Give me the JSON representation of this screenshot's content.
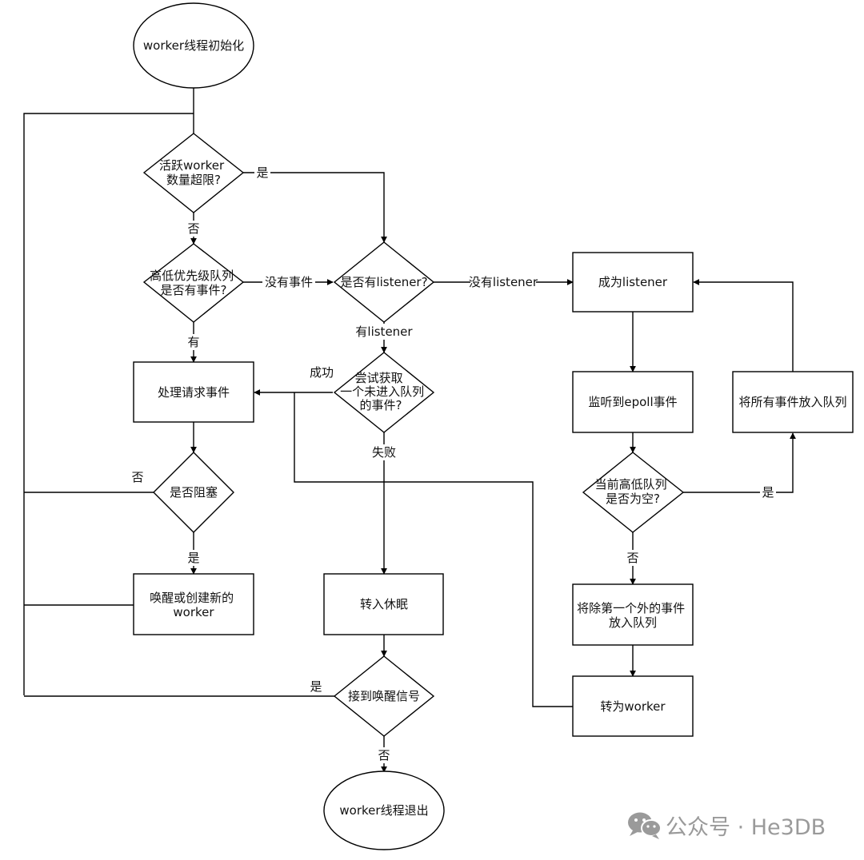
{
  "nodes": {
    "start": "worker线程初始化",
    "active_check": [
      "活跃worker",
      "数量超限?"
    ],
    "queue_check": [
      "高低优先级队列",
      "是否有事件?"
    ],
    "listener_check": "是否有listener?",
    "become_listener": "成为listener",
    "handle_request": "处理请求事件",
    "try_fetch": [
      "尝试获取",
      "一个未进入队列",
      "的事件?"
    ],
    "epoll_listen": "监听到epoll事件",
    "enqueue_all": "将所有事件放入队列",
    "blocked_check": "是否阻塞",
    "queue_empty_check": [
      "当前高低队列",
      "是否为空?"
    ],
    "wake_create": [
      "唤醒或创建新的",
      "worker"
    ],
    "sleep": "转入休眠",
    "enqueue_except_first": [
      "将除第一个外的事件",
      "放入队列"
    ],
    "wake_signal": "接到唤醒信号",
    "to_worker": "转为worker",
    "exit": "worker线程退出"
  },
  "edge_labels": {
    "active_yes": "是",
    "active_no": "否",
    "no_event": "没有事件",
    "has_event": "有",
    "no_listener": "没有listener",
    "has_listener": "有listener",
    "fetch_success": "成功",
    "fetch_fail": "失败",
    "blocked_no": "否",
    "blocked_yes": "是",
    "empty_yes": "是",
    "empty_no": "否",
    "signal_yes": "是",
    "signal_no": "否"
  },
  "watermark": {
    "text": "公众号 · He3DB",
    "icon": "wechat-icon"
  }
}
